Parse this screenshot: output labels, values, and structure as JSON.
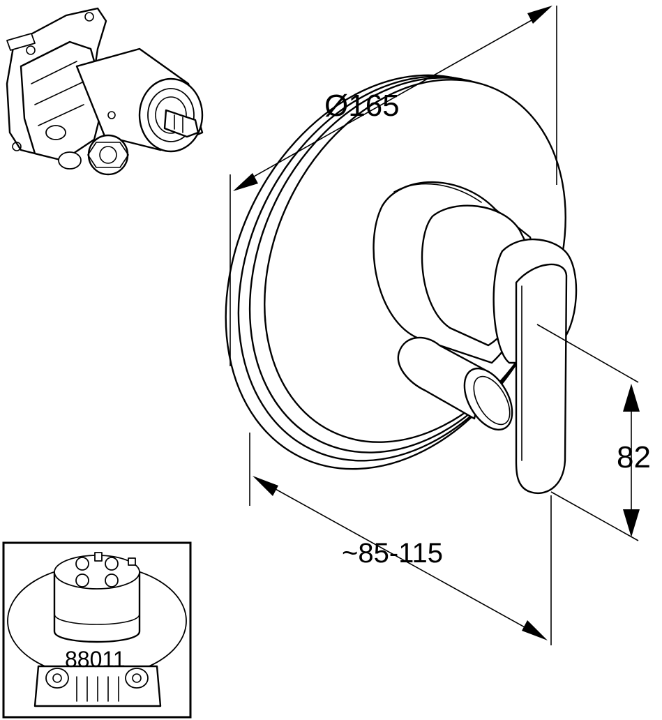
{
  "dimensions": {
    "diameter": "Ø165",
    "height": "82",
    "depth": "~85-115"
  },
  "inset": {
    "part_number": "88011"
  }
}
